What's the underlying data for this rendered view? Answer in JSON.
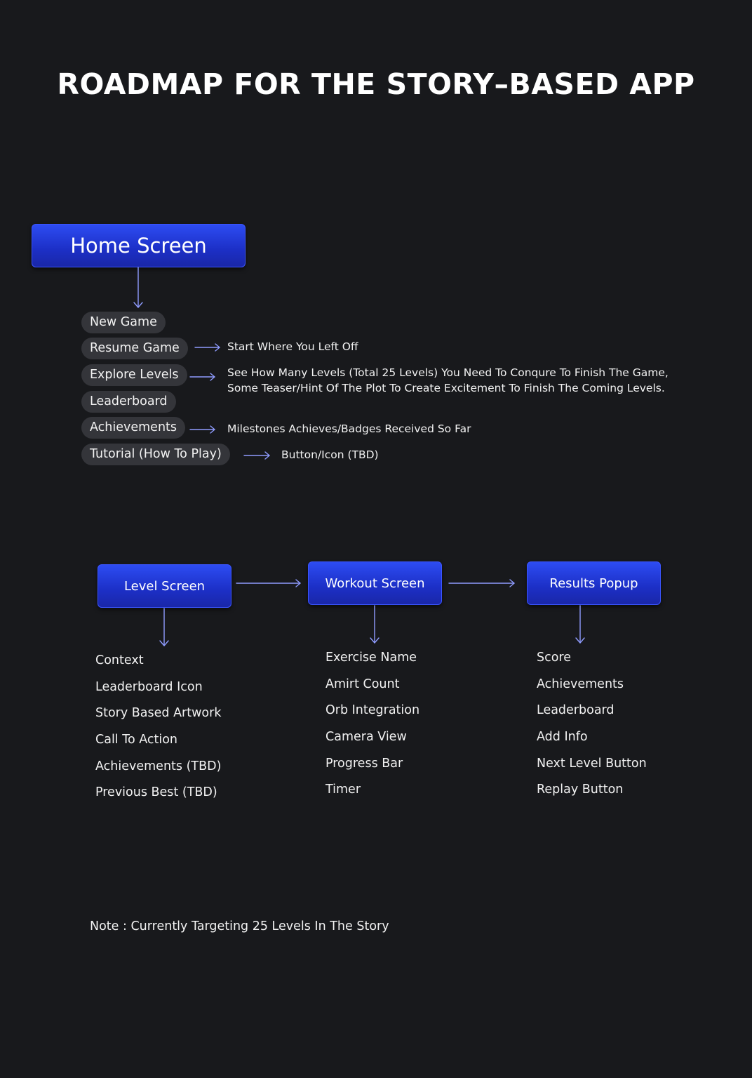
{
  "title": "ROADMAP FOR THE STORY–BASED APP",
  "home": {
    "label": "Home Screen",
    "menu": [
      {
        "label": "New Game",
        "desc": []
      },
      {
        "label": "Resume Game",
        "desc": [
          "Start Where You Left Off"
        ]
      },
      {
        "label": "Explore Levels",
        "desc": [
          "See How Many Levels (Total 25 Levels) You Need To Conqure To Finish The Game,",
          "Some Teaser/Hint Of The Plot To Create Excitement To Finish The Coming Levels."
        ]
      },
      {
        "label": "Leaderboard",
        "desc": []
      },
      {
        "label": "Achievements",
        "desc": [
          "Milestones Achieves/Badges Received So Far"
        ]
      },
      {
        "label": "Tutorial (How To Play)",
        "desc": [
          "Button/Icon (TBD)"
        ]
      }
    ]
  },
  "flow": [
    {
      "label": "Level Screen",
      "items": [
        "Context",
        "Leaderboard Icon",
        "Story Based Artwork",
        "Call To Action",
        "Achievements (TBD)",
        "Previous Best (TBD)"
      ]
    },
    {
      "label": "Workout Screen",
      "items": [
        "Exercise Name",
        "Amirt Count",
        "Orb Integration",
        "Camera View",
        "Progress Bar",
        "Timer"
      ]
    },
    {
      "label": "Results Popup",
      "items": [
        "Score",
        "Achievements",
        "Leaderboard",
        "Add Info",
        "Next Level Button",
        "Replay Button"
      ]
    }
  ],
  "note": "Note : Currently Targeting 25 Levels In The Story",
  "colors": {
    "background": "#18191c",
    "box": "#2438dc",
    "pill": "#34353a",
    "arrow": "#8f9cff"
  }
}
